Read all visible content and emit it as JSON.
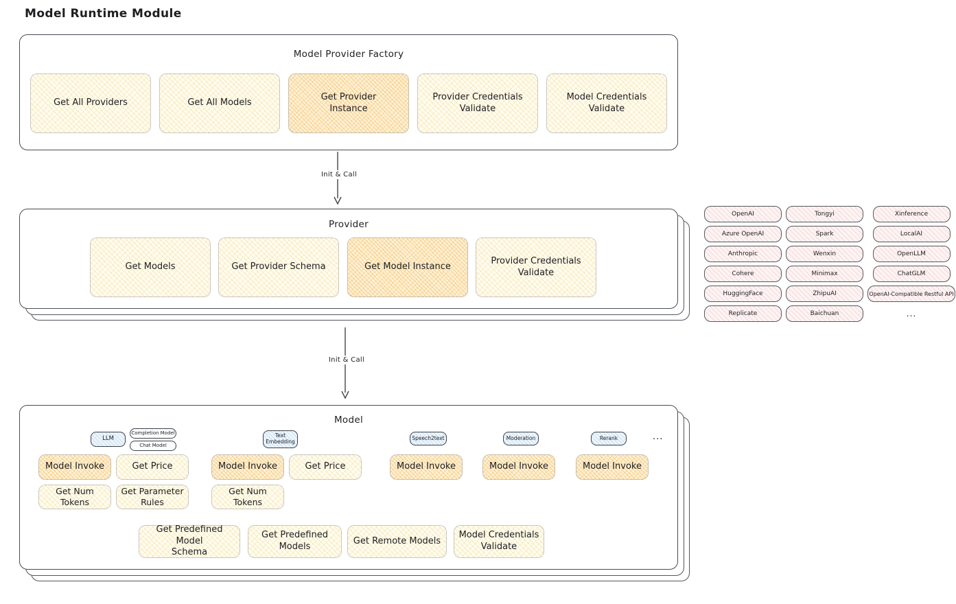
{
  "page": {
    "title": "Model Runtime Module"
  },
  "arrow": {
    "label": "Init & Call"
  },
  "factory": {
    "title": "Model Provider Factory",
    "items": [
      {
        "label": "Get All Providers",
        "highlight": false
      },
      {
        "label": "Get All Models",
        "highlight": false
      },
      {
        "label": "Get Provider\nInstance",
        "highlight": true
      },
      {
        "label": "Provider Credentials\nValidate",
        "highlight": false
      },
      {
        "label": "Model Credentials\nValidate",
        "highlight": false
      }
    ]
  },
  "provider": {
    "title": "Provider",
    "items": [
      {
        "label": "Get Models",
        "highlight": false
      },
      {
        "label": "Get Provider Schema",
        "highlight": false
      },
      {
        "label": "Get Model Instance",
        "highlight": true
      },
      {
        "label": "Provider Credentials\nValidate",
        "highlight": false
      }
    ]
  },
  "providers_panel": {
    "columns": [
      [
        "OpenAI",
        "Azure OpenAI",
        "Anthropic",
        "Cohere",
        "HuggingFace",
        "Replicate"
      ],
      [
        "Tongyi",
        "Spark",
        "Wenxin",
        "Minimax",
        "ZhipuAI",
        "Baichuan"
      ],
      [
        "Xinference",
        "LocalAI",
        "OpenLLM",
        "ChatGLM",
        "OpenAI-Compatible Restful API"
      ]
    ],
    "more": "..."
  },
  "model": {
    "title": "Model",
    "tags": {
      "llm": "LLM",
      "completion": "Completion Model",
      "chat": "Chat Model",
      "text_embedding": "Text\nEmbedding",
      "speech2text": "Speech2text",
      "moderation": "Moderation",
      "rerank": "Rerank"
    },
    "ops": {
      "model_invoke": "Model Invoke",
      "get_price": "Get Price",
      "get_num_tokens": "Get Num Tokens",
      "get_parameter_rules": "Get Parameter\nRules"
    },
    "bottom": [
      "Get Predefined Model\nSchema",
      "Get Predefined\nModels",
      "Get Remote Models",
      "Model Credentials\nValidate"
    ],
    "more": "..."
  }
}
